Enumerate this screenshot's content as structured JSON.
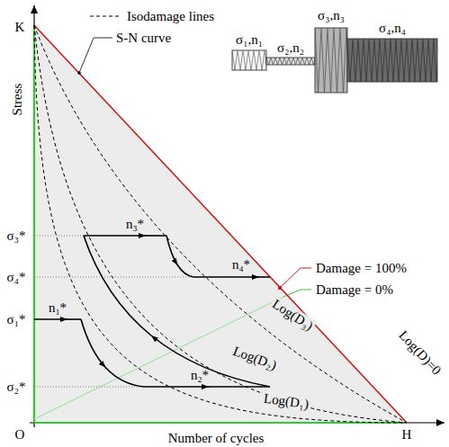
{
  "diagram": {
    "labels": [
      "K",
      "Stress",
      "σ₃*",
      "σ₄*",
      "σ₁*",
      "σ₂*",
      "O",
      "Number of cycles",
      "H",
      "n₁*",
      "n₂*",
      "n₃*",
      "n₄*",
      "Log(D₃)",
      "Log(D₂)",
      "Log(D₁)",
      "Log(D)=0",
      "σ₁,n₁",
      "σ₂,n₂",
      "σ₃,n₃",
      "σ₄,n₄",
      "Damage = 100%",
      "Damage = 0%",
      "S-N curve"
    ],
    "legend": [
      {
        "text": "Isodamage lines"
      }
    ]
  }
}
